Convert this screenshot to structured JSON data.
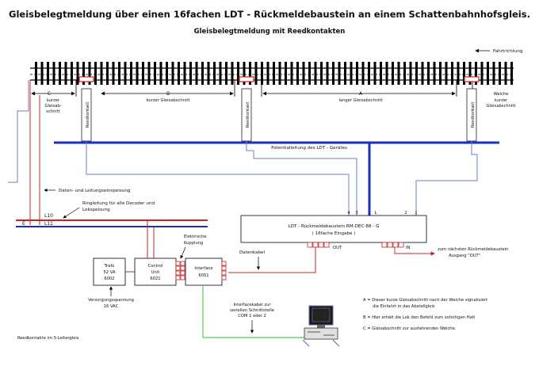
{
  "title": "Gleisbelegtmeldung über einen 16fachen LDT - Rückmeldebaustein an einem Schattenbahnhofsgleis.",
  "subtitle": "Gleisbelegtmeldung mit Reedkontakten",
  "direction_label": "Fahrtrichtung",
  "sections": {
    "c_letter": "C",
    "c_desc": [
      "kurzer",
      "Gleisab-",
      "schnitt"
    ],
    "b_letter": "B",
    "b_desc": "kurzer Gleisabschnitt",
    "a_letter": "A",
    "a_desc": "langer Gleisabschnitt",
    "weiche_desc": [
      "Weiche",
      "kurzer",
      "Gleisabschnitt"
    ]
  },
  "reed_label": "Reedkontakt",
  "potential_label": "Potentialleitung des LDT - Gerätes",
  "power_label": "Daten- und Leitungseinspeisung",
  "ringleitung_label": [
    "Ringleitung für alle Decoder und",
    "Lokspeisung"
  ],
  "bus_labels": {
    "e": "E",
    "l10": "L10",
    "l11": "L11"
  },
  "ldt": {
    "line1": "LDT - Rückmeldebaustein RM-DEC-88 - G",
    "line2": "( 16fache Eingabe )",
    "pins": [
      "4",
      "3",
      "2",
      "1"
    ],
    "pin_l": "L",
    "out_label": "OUT",
    "in_label": "IN"
  },
  "next_module_label": [
    "zum nächsten Rückmeldebaustein",
    "Ausgang \"OUT\""
  ],
  "datenkabel_label": "Datenkabel",
  "trafo": {
    "line1": "Trafo",
    "line2": "52 VA",
    "line3": "6002"
  },
  "control_unit": {
    "line1": "Control",
    "line2": "Unit",
    "line3": "6021"
  },
  "interface": {
    "line1": "Interface",
    "line2": "6051"
  },
  "kupplung_label": [
    "Elektrische",
    "Kupplung"
  ],
  "supply_label": [
    "Versorgungsspannung",
    "16 VAC"
  ],
  "interface_cable_label": [
    "Interfacekabel zur",
    "seriellen Schnittstelle",
    "COM 1 oder 2"
  ],
  "notes": {
    "a": [
      "A = Dieser kurze Gleisabschnitt nach der Weiche signalisiert",
      "die Einfahrt in das Abstellgleis"
    ],
    "b": "B = Hier erhält die Lok den Befehl zum sofortigen Halt",
    "c": "C = Gleisabschnitt zur ausfahrenden Weiche."
  },
  "footer": "Reedkontakte im 3-Leitergleis",
  "colors": {
    "blue": "#1a30b8",
    "light_blue": "#6a7fd0",
    "red": "#cc2222",
    "green": "#33bb33",
    "black": "#000000"
  }
}
